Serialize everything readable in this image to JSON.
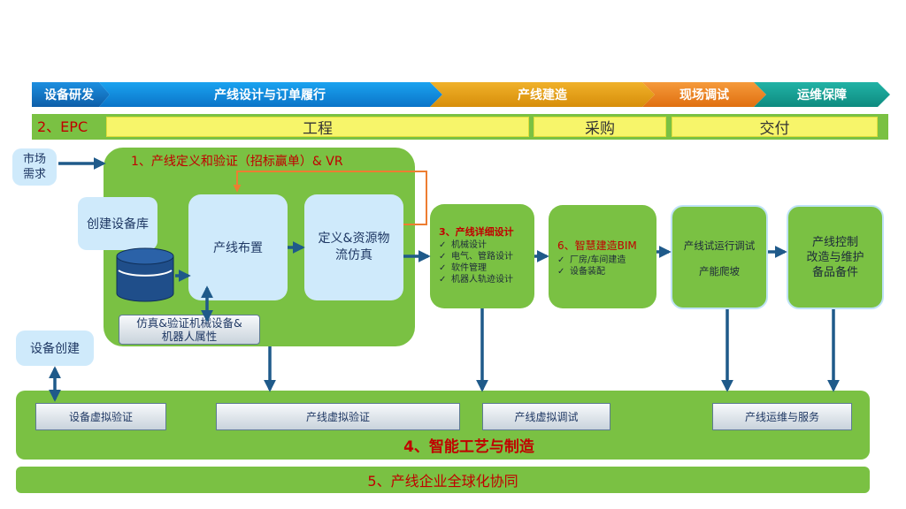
{
  "phases": [
    {
      "label": "设备研发"
    },
    {
      "label": "产线设计与订单履行"
    },
    {
      "label": "产线建造"
    },
    {
      "label": "现场调试"
    },
    {
      "label": "运维保障"
    }
  ],
  "epc": {
    "label": "2、EPC",
    "items": [
      {
        "label": "工程"
      },
      {
        "label": "采购"
      },
      {
        "label": "交付"
      }
    ]
  },
  "market_demand": "市场\n需求",
  "stage1": {
    "title": "1、产线定义和验证（招标赢单）& VR",
    "create_library": "创建设备库",
    "line_layout": "产线布置",
    "simulation": "定义&资源物\n流仿真",
    "attributes": "仿真&验证机械设备&\n机器人属性"
  },
  "device_create": "设备创建",
  "stage3": {
    "title": "3、产线详细设计",
    "items": [
      "机械设计",
      "电气、管路设计",
      "软件管理",
      "机器人轨迹设计"
    ]
  },
  "stage6": {
    "title": "6、智慧建造BIM",
    "items": [
      "厂房/车间建造",
      "设备装配"
    ]
  },
  "trial_run": {
    "line1": "产线试运行调试",
    "line2": "产能爬坡"
  },
  "control": "产线控制\n改造与维护\n备品备件",
  "stage4": {
    "title": "4、智能工艺与制造",
    "boxes": [
      {
        "label": "设备虚拟验证"
      },
      {
        "label": "产线虚拟验证"
      },
      {
        "label": "产线虚拟调试"
      },
      {
        "label": "产线运维与服务"
      }
    ]
  },
  "stage5": {
    "title": "5、产线企业全球化协同"
  },
  "colors": {
    "green": "#7ac143",
    "light_blue": "#cfeafb",
    "arrow_blue": "#1f5a8a",
    "orange_feedback": "#ed7d31",
    "red_title": "#c00000",
    "yellow_bar": "#f7f56a"
  }
}
